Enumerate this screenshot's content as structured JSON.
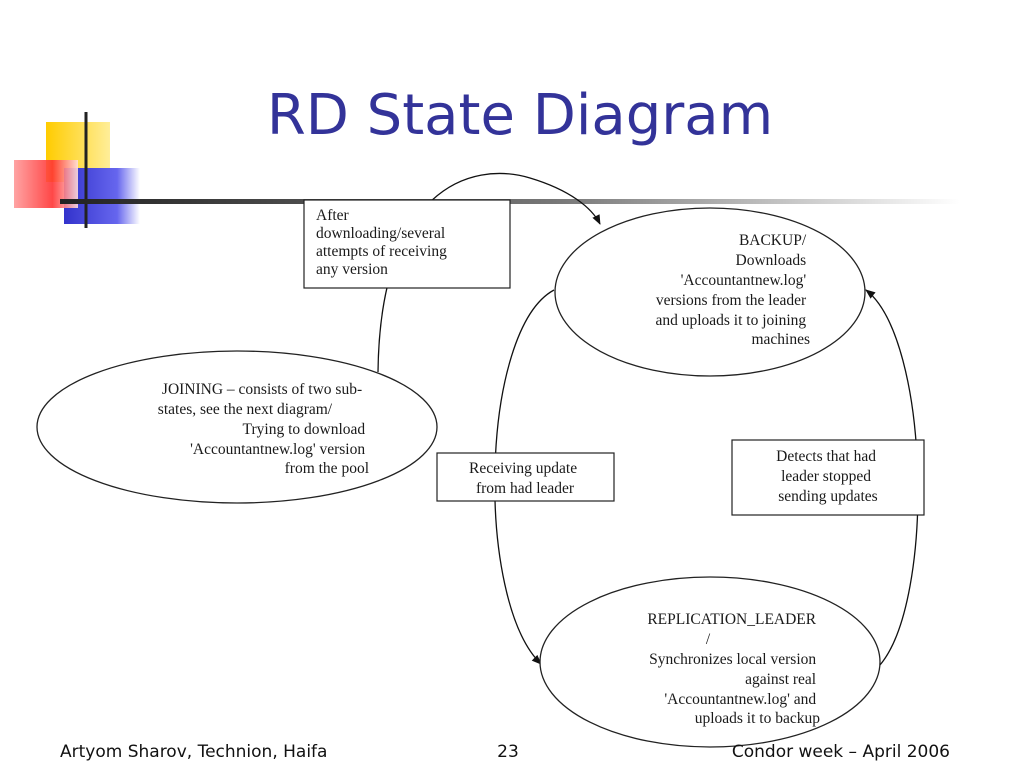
{
  "slide": {
    "title": "RD State Diagram",
    "footer": {
      "author": "Artyom Sharov, Technion, Haifa",
      "page_number": "23",
      "event": "Condor week – April 2006"
    }
  },
  "colors": {
    "title": "#333399",
    "logo_yellow": "#ffcc00",
    "logo_red": "#ff3333",
    "logo_blue": "#3333cc"
  },
  "diagram": {
    "states": {
      "backup": {
        "lines": [
          "BACKUP/",
          "Downloads",
          "'Accountantnew.log'",
          "versions from the leader",
          "and uploads it to joining",
          "machines"
        ]
      },
      "joining": {
        "lines": [
          "JOINING – consists of two sub-",
          "states, see the next diagram/",
          "Trying to download",
          "'Accountantnew.log' version",
          "from the pool"
        ]
      },
      "replication_leader": {
        "lines": [
          "REPLICATION_LEADER",
          "/",
          "Synchronizes local version",
          "against real",
          "'Accountantnew.log' and",
          "uploads it to backup"
        ]
      }
    },
    "transitions": {
      "joining_to_backup": {
        "lines": [
          "After",
          "downloading/several",
          "attempts of receiving",
          "any version"
        ]
      },
      "backup_to_leader": {
        "lines": [
          "Receiving update",
          "from had leader"
        ]
      },
      "leader_to_backup": {
        "lines": [
          "Detects that had",
          "leader stopped",
          "sending updates"
        ]
      }
    }
  }
}
